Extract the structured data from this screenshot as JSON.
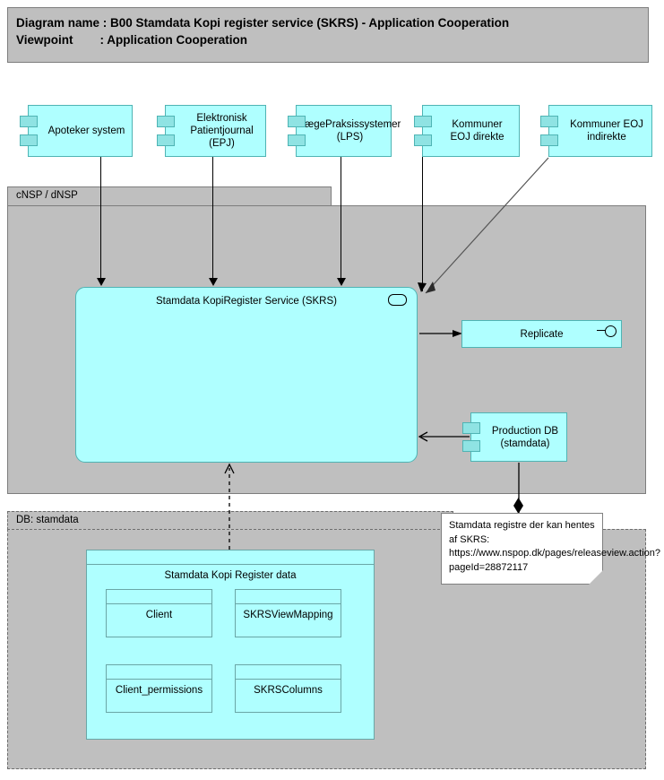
{
  "header": {
    "line1": "Diagram name : B00 Stamdata Kopi register service (SKRS) - Application Cooperation",
    "line2": "Viewpoint        : Application Cooperation"
  },
  "actors": [
    {
      "id": "apoteker",
      "label": "Apoteker system"
    },
    {
      "id": "epj",
      "label": "Elektronisk Patientjournal (EPJ)"
    },
    {
      "id": "lps",
      "label": "LægePraksissystemer (LPS)"
    },
    {
      "id": "eoj-direkte",
      "label": "Kommuner EOJ direkte"
    },
    {
      "id": "eoj-indirekte",
      "label": "Kommuner EOJ indirekte"
    }
  ],
  "cnsp_group": {
    "label": "cNSP / dNSP",
    "service": {
      "label": "Stamdata KopiRegister Service (SKRS)",
      "interface_icon": "provided-interface-oval-icon"
    },
    "replicate": {
      "label": "Replicate",
      "interface_icon": "lollipop-interface-icon"
    },
    "production_db": {
      "label": "Production DB (stamdata)"
    }
  },
  "db_group": {
    "label": "DB: stamdata",
    "data_group_label": "Stamdata Kopi Register data",
    "entities": [
      {
        "label": "Client"
      },
      {
        "label": "SKRSViewMapping"
      },
      {
        "label": "Client_permissions"
      },
      {
        "label": "SKRSColumns"
      }
    ]
  },
  "note": {
    "text": "Stamdata registre der kan hentes af SKRS: https://www.nspop.dk/pages/releaseview.action?pageId=28872117"
  },
  "colors": {
    "component_fill": "#afffff",
    "component_tab": "#8fe3e3",
    "component_border": "#4fb4b4",
    "group_fill": "#bfbfbf",
    "group_border": "#7d7d7d",
    "note_fill": "#ffffff",
    "connector": "#000000"
  }
}
